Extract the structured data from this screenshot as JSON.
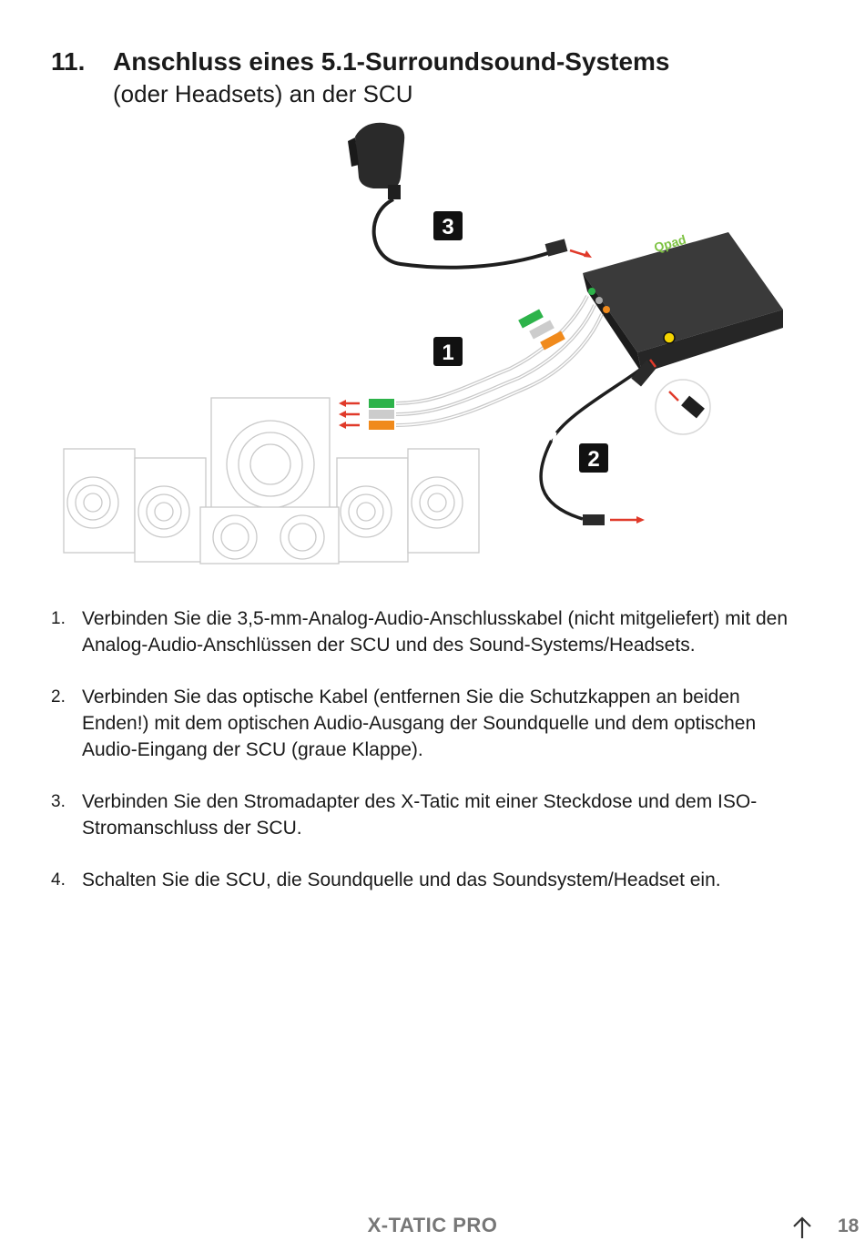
{
  "heading": {
    "number": "11.",
    "title": "Anschluss eines 5.1-Surroundsound-Systems",
    "subtitle": "(oder Headsets) an der SCU"
  },
  "figure": {
    "badges": [
      "3",
      "1",
      "2"
    ],
    "device_logo": "Qpad"
  },
  "steps": [
    {
      "num": "1.",
      "text": "Verbinden Sie die 3,5-mm-Analog-Audio-Anschlusskabel (nicht mitgeliefert) mit den Analog-Audio-Anschlüssen der SCU und des Sound-Systems/Headsets."
    },
    {
      "num": "2.",
      "text": "Verbinden Sie das optische Kabel (entfernen Sie die Schutzkappen an beiden Enden!) mit dem optischen Audio-Ausgang der Soundquelle und dem optischen Audio-Eingang der SCU (graue Klappe)."
    },
    {
      "num": "3.",
      "text": "Verbinden Sie den Stromadapter des X-Tatic mit einer Steckdose und dem ISO-Stromanschluss der SCU."
    },
    {
      "num": "4.",
      "text": "Schalten Sie die SCU, die Soundquelle und das Soundsystem/Headset ein."
    }
  ],
  "footer": {
    "brand": "X-TATIC PRO",
    "page": "18"
  },
  "icons": {
    "footer_arrow": "arrow-up-icon"
  },
  "colors": {
    "green_plug": "#2db34a",
    "orange_plug": "#f08a1c",
    "arrow_red": "#e03a2a",
    "logo_green": "#7dc242"
  }
}
